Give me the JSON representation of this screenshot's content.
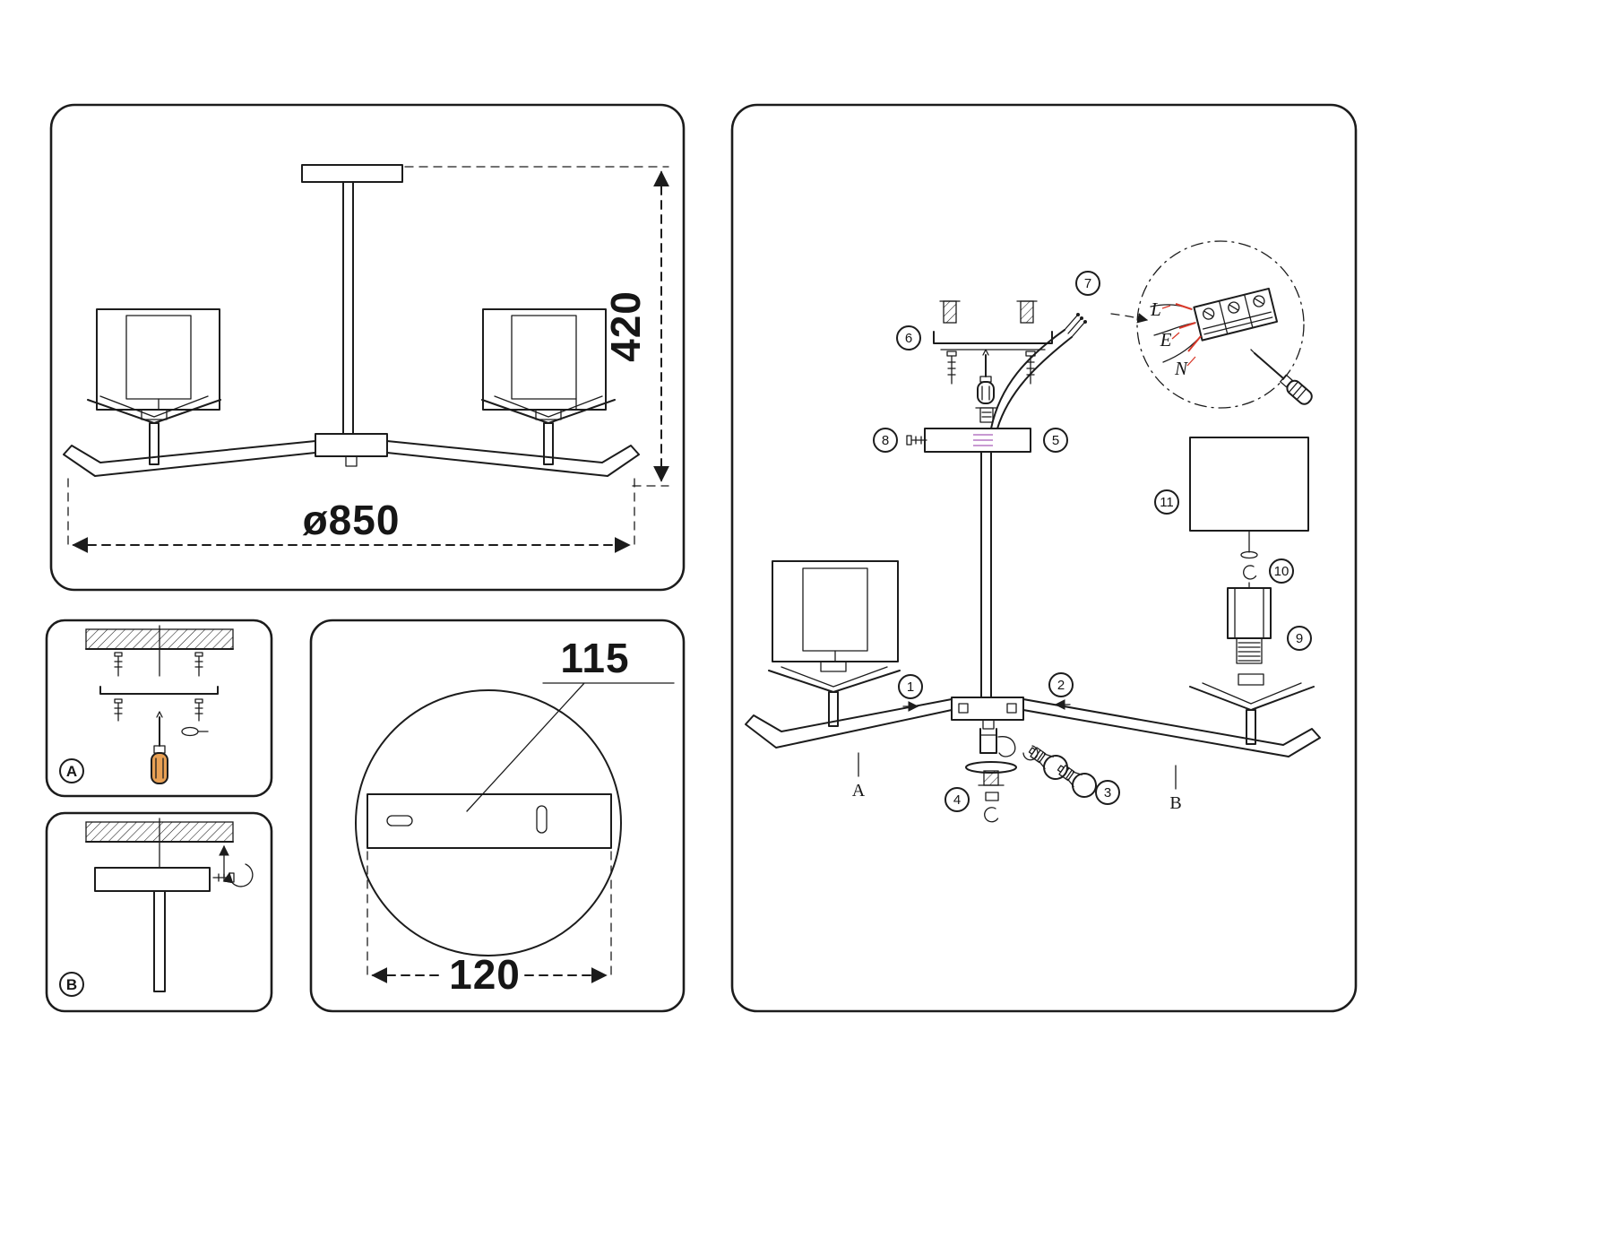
{
  "colors": {
    "line": "#1c1c1c",
    "wire_red": "#d93a2b",
    "wire_purple": "#a85cb8",
    "handle_orange": "#e8a054",
    "background": "#ffffff"
  },
  "dimensions_panel": {
    "height": "420",
    "diameter": "ø850"
  },
  "step_panels": {
    "a_label": "A",
    "b_label": "B"
  },
  "plate_panel": {
    "slot_dim": "115",
    "width_dim": "120"
  },
  "assembly": {
    "callouts": {
      "c1": "1",
      "c2": "2",
      "c3": "3",
      "c4": "4",
      "c5": "5",
      "c6": "6",
      "c7": "7",
      "c8": "8",
      "c9": "9",
      "c10": "10",
      "c11": "11"
    },
    "wires": {
      "live": "L",
      "earth": "E",
      "neutral": "N"
    },
    "arm_labels": {
      "left": "A",
      "right": "B"
    }
  }
}
